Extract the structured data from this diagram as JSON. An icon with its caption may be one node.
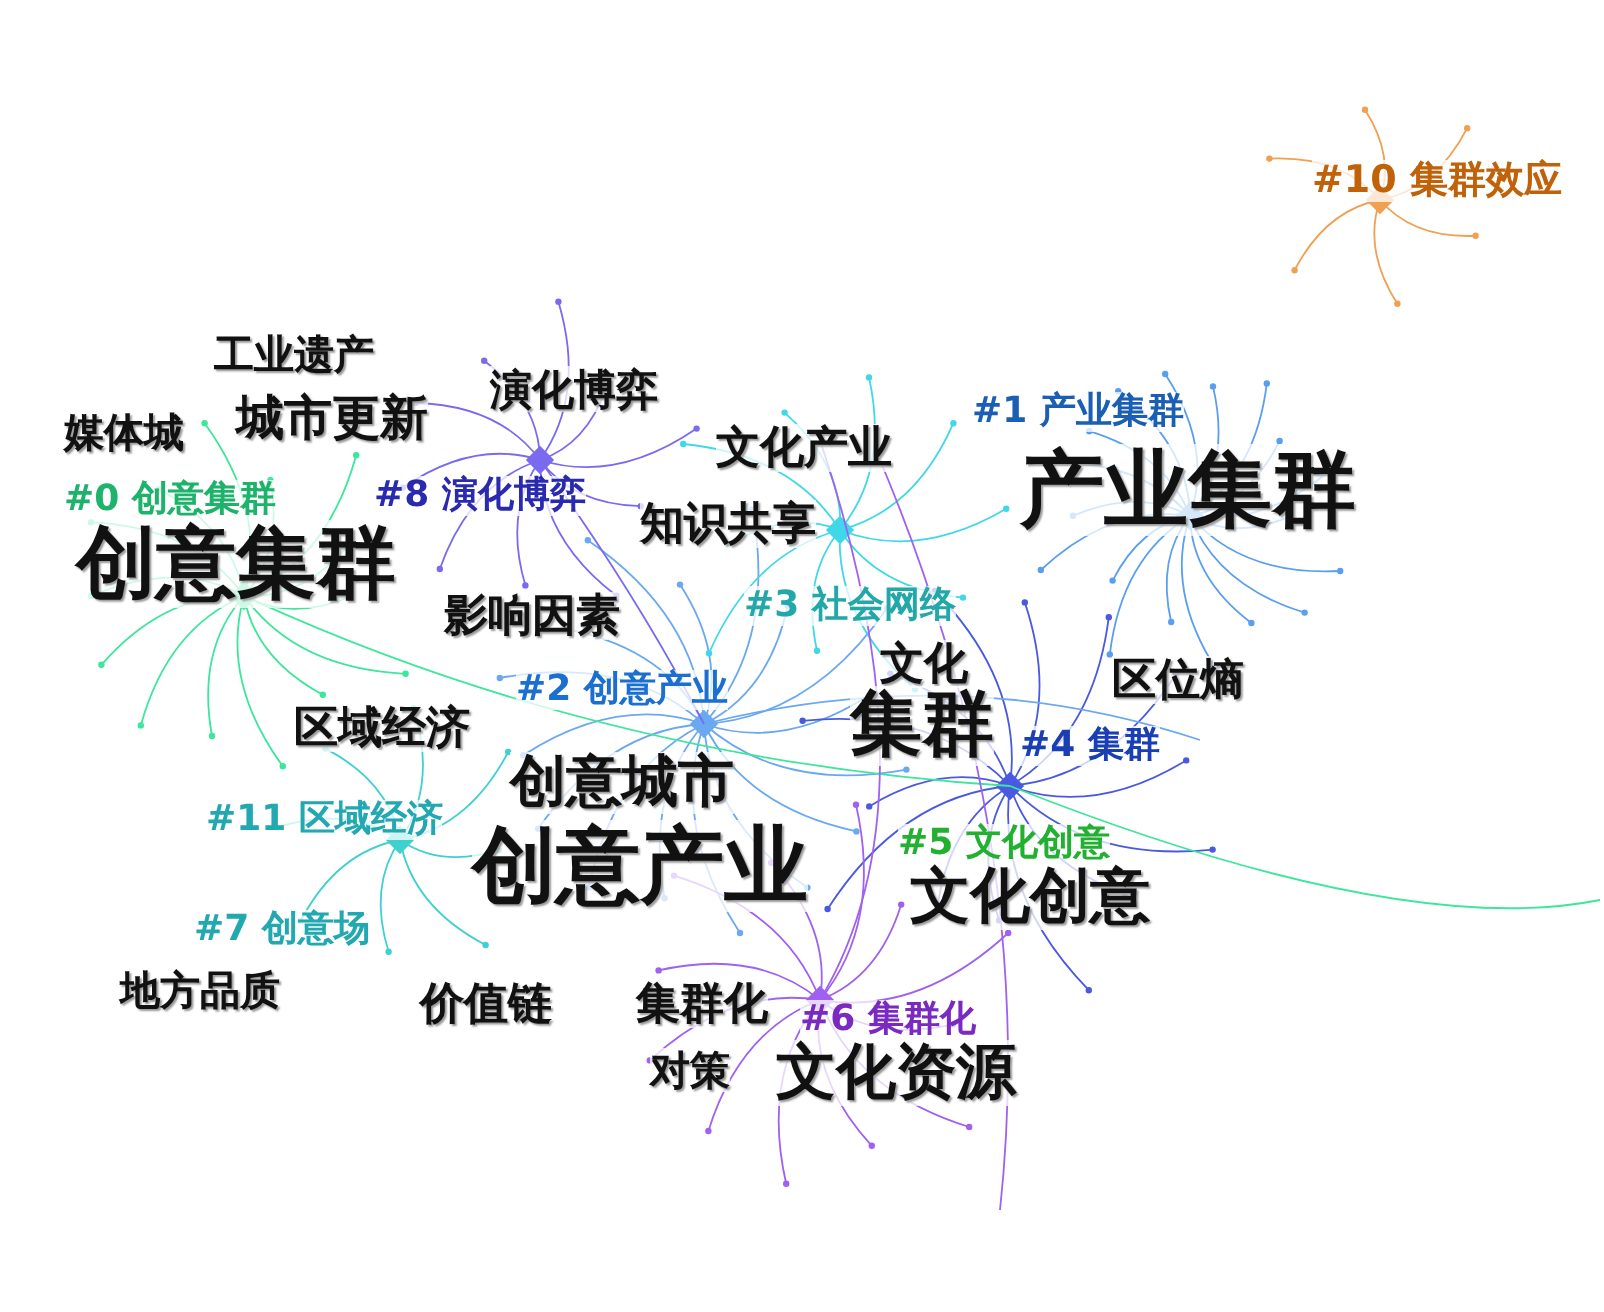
{
  "diagram": {
    "labels": [
      "#10 集群效应",
      "工业遗产",
      "演化博弈",
      "媒体城",
      "城市更新",
      "#1 产业集群",
      "文化产业",
      "产业集群",
      "#0 创意集群",
      "#8 演化博弈",
      "知识共享",
      "创意集群",
      "影响因素",
      "#3 社会网络",
      "文化",
      "区位熵",
      "区域经济",
      "#2 创意产业",
      "集群",
      "#4 集群",
      "创意城市",
      "#11 区域经济",
      "#5 文化创意",
      "创意产业",
      "文化创意",
      "#7 创意场",
      "地方品质",
      "价值链",
      "集群化",
      "#6 集群化",
      "对策",
      "文化资源"
    ]
  }
}
